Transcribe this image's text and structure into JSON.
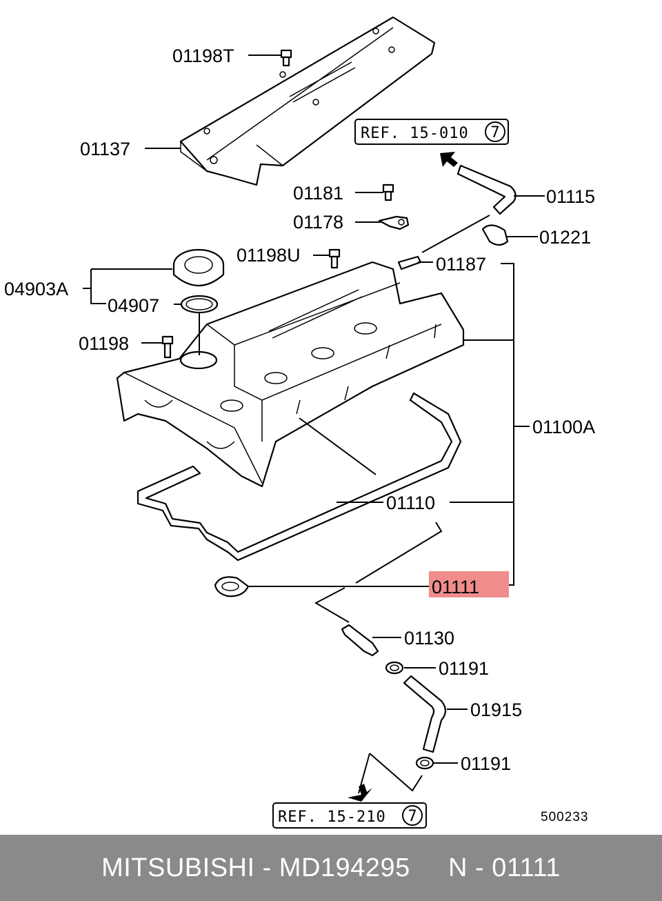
{
  "labels": {
    "l01198T": "01198T",
    "l01137": "01137",
    "l01181": "01181",
    "l01178": "01178",
    "l01198U": "01198U",
    "l01115": "01115",
    "l01221": "01221",
    "l01187": "01187",
    "l04903A": "04903A",
    "l04907": "04907",
    "l01198": "01198",
    "l01100A": "01100A",
    "l01110": "01110",
    "l01111": "01111",
    "l01130": "01130",
    "l01191a": "01191",
    "l01915": "01915",
    "l01191b": "01191"
  },
  "refs": {
    "top": {
      "text": "REF. 15-010",
      "circle": "7"
    },
    "bottom": {
      "text": "REF. 15-210",
      "circle": "7"
    }
  },
  "diagram_code": "500233",
  "highlight_color": "#f08c8c",
  "footer": {
    "text": "MITSUBISHI - MD194295     N - 01111"
  }
}
